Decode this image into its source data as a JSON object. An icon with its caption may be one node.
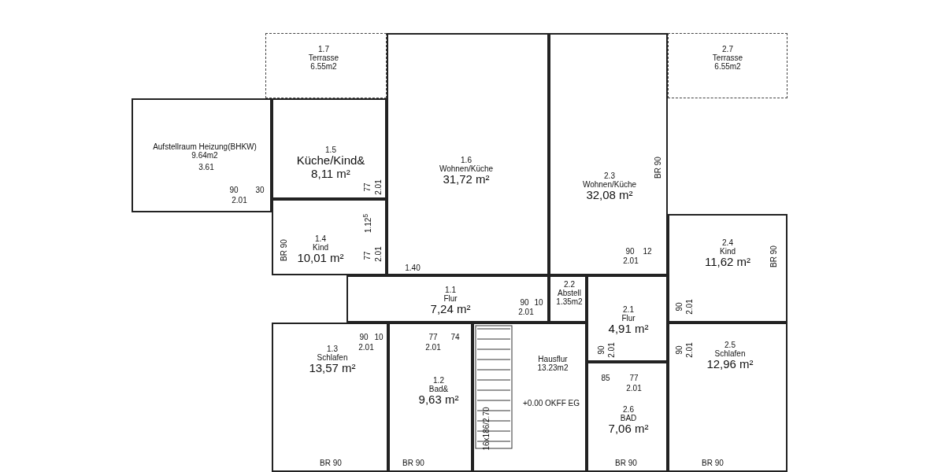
{
  "diagram": {
    "nodes": [
      {
        "text": [
          "1.7",
          "Terrasse",
          "6.55m2"
        ]
      },
      {
        "text": [
          "Aufstellraum Heizung(BHKW)",
          "9.64m2"
        ]
      },
      {
        "text": [
          "1.5",
          "Küche/Kind&",
          "8,11 m²"
        ]
      },
      {
        "text": [
          "1.6",
          "Wohnen/Küche",
          "31,72 m²"
        ]
      },
      {
        "text": [
          "1.4",
          "Kind",
          "10,01 m²"
        ]
      },
      {
        "text": [
          "1.1",
          "Flur",
          "7,24 m²"
        ]
      },
      {
        "text": [
          "1.3",
          "Schlafen",
          "13,57 m²"
        ]
      },
      {
        "text": [
          "1.2",
          "Bad&",
          "9,63 m²"
        ]
      },
      {
        "text": [
          "Hausflur",
          "13.23m2"
        ]
      },
      {
        "text": [
          "2.7",
          "Terrasse",
          "6.55m2"
        ]
      },
      {
        "text": [
          "2.3",
          "Wohnen/Küche",
          "32,08 m²"
        ]
      },
      {
        "text": [
          "2.4",
          "Kind",
          "11,62 m²"
        ]
      },
      {
        "text": [
          "2.2",
          "Abstell",
          "1.35m2"
        ]
      },
      {
        "text": [
          "2.1",
          "Flur",
          "4,91 m²"
        ]
      },
      {
        "text": [
          "2.5",
          "Schlafen",
          "12,96 m²"
        ]
      },
      {
        "text": [
          "2.6",
          "BAD",
          "7,06 m²"
        ]
      }
    ],
    "labels": [
      "3.61",
      "90",
      "30",
      "2.01",
      "77",
      "2.01",
      "BR 90",
      "1.12$^{5}$",
      "77",
      "2.01",
      "BR 90",
      "90",
      "12",
      "2.01",
      "BR 90",
      "1.40",
      "90",
      "10",
      "2.01",
      "90",
      "2.01",
      "90",
      "10",
      "2.01",
      "77",
      "74",
      "2.01",
      "90",
      "2.01",
      "90",
      "2.01",
      "85",
      "77",
      "2.01",
      "+0.00 OKFF EG",
      "16x186/2.70",
      "BR 90",
      "BR 90",
      "BR 90",
      "BR 90"
    ]
  }
}
